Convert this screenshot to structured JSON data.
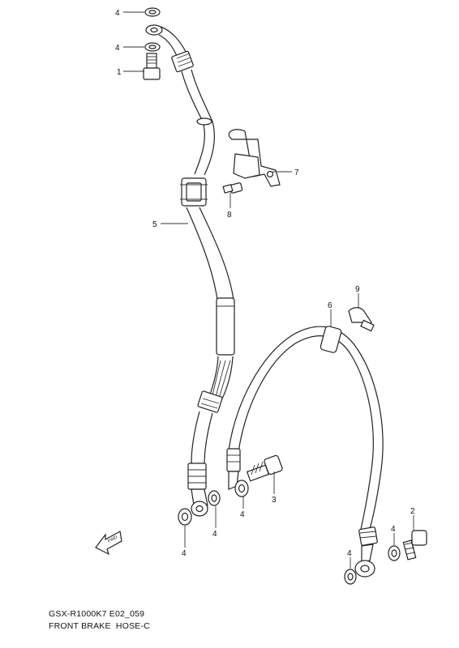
{
  "callouts": {
    "c1": "1",
    "c2": "2",
    "c3": "3",
    "c4a": "4",
    "c4b": "4",
    "c4c": "4",
    "c4d": "4",
    "c4e": "4",
    "c4f": "4",
    "c5": "5",
    "c6": "6",
    "c7": "7",
    "c8": "8",
    "c9": "9"
  },
  "caption": {
    "code": "GSX-R1000K7 E02_059",
    "title": "FRONT BRAKE  HOSE-C"
  },
  "fwd_mark": "FWD",
  "colors": {
    "line": "#222222",
    "background": "#ffffff"
  }
}
